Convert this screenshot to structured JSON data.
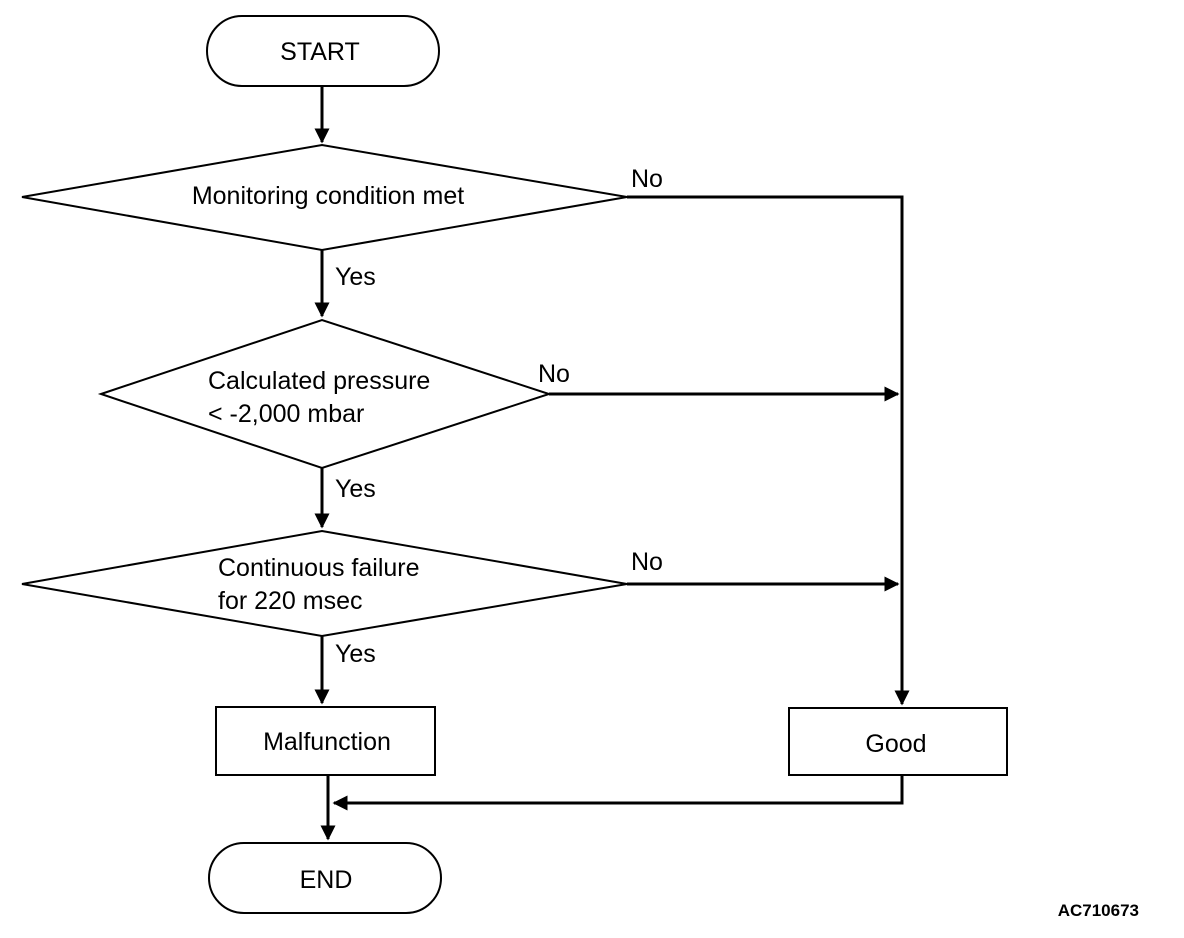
{
  "nodes": {
    "start": "START",
    "decision1": "Monitoring condition met",
    "decision2_line1": "Calculated pressure",
    "decision2_line2": "< -2,000 mbar",
    "decision3_line1": "Continuous failure",
    "decision3_line2": "for 220 msec",
    "malfunction": "Malfunction",
    "good": "Good",
    "end": "END"
  },
  "edges": {
    "yes": "Yes",
    "no": "No"
  },
  "reference_code": "AC710673"
}
